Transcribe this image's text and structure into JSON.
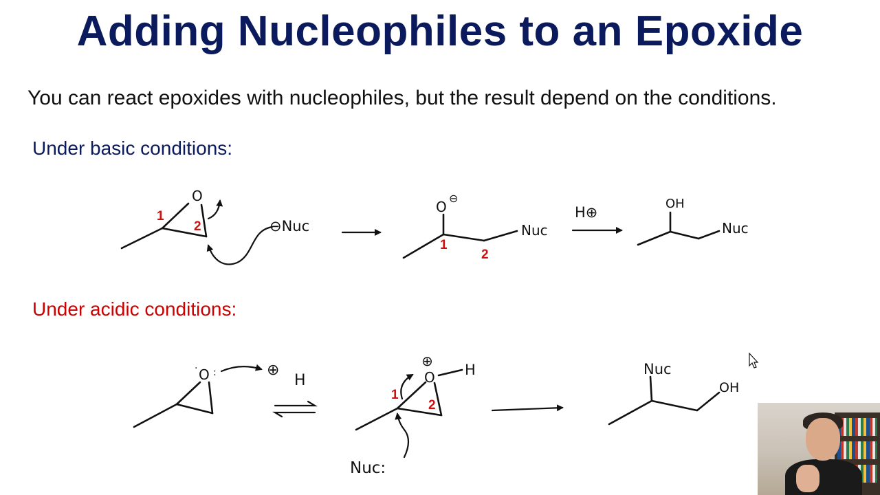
{
  "slide": {
    "title": "Adding Nucleophiles to an Epoxide",
    "subtitle": "You can react epoxides with nucleophiles, but the result depend on the conditions."
  },
  "basic": {
    "heading": "Under basic conditions:",
    "epoxide_O": "O",
    "num1": "1",
    "num2": "2",
    "nucleophile": "⊖Nuc",
    "alkoxide_O": "O",
    "minus": "⊖",
    "product_num1": "1",
    "product_num2": "2",
    "intermediate_nuc": "Nuc",
    "reagent": "H⊕",
    "final_OH": "OH",
    "final_nuc": "Nuc"
  },
  "acidic": {
    "heading": "Under acidic conditions:",
    "epoxide_O": "O",
    "proton_plus": "⊕",
    "proton_H": "H",
    "oxonium_plus": "⊕",
    "oxonium_O": "O",
    "oxonium_H": "H",
    "num1": "1",
    "num2": "2",
    "nucleophile": "Nuc:",
    "final_nuc": "Nuc",
    "final_OH": "OH"
  },
  "colors": {
    "title": "#0b1a5c",
    "basic_heading": "#0b1a5c",
    "acidic_heading": "#cc0000",
    "position_numbers": "#cc1111"
  },
  "icons": [
    "mouse-cursor-icon",
    "webcam-overlay"
  ]
}
